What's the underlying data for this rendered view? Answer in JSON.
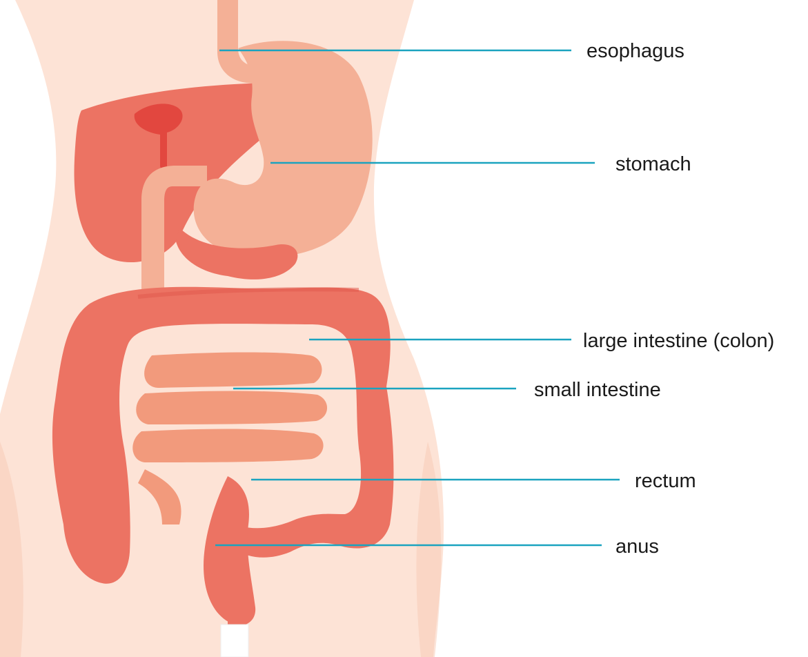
{
  "colors": {
    "background": "#ffffff",
    "skin": "#fde3d6",
    "skin_shadow": "#f7c9b4",
    "organ": "#ec7363",
    "organ_dark": "#e0584c",
    "organ_inner": "#e2473f",
    "stomach": "#f4b096",
    "small_intestine": "#f29a7c",
    "leader_line": "#1aa3bf",
    "label_text": "#1a1a1a"
  },
  "labels": {
    "esophagus": "esophagus",
    "stomach": "stomach",
    "large_intestine": "large intestine (colon)",
    "small_intestine": "small intestine",
    "rectum": "rectum",
    "anus": "anus"
  }
}
